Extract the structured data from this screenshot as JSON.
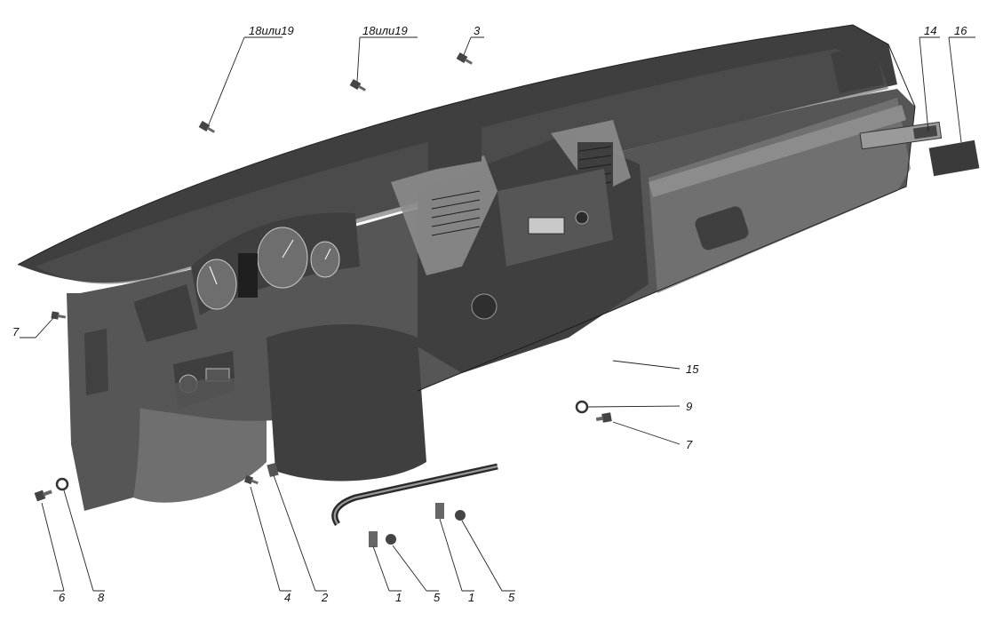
{
  "callouts": [
    {
      "id": "c18a",
      "label": "18или19"
    },
    {
      "id": "c18b",
      "label": "18или19"
    },
    {
      "id": "c3",
      "label": "3"
    },
    {
      "id": "c14",
      "label": "14"
    },
    {
      "id": "c16",
      "label": "16"
    },
    {
      "id": "c7a",
      "label": "7"
    },
    {
      "id": "c15",
      "label": "15"
    },
    {
      "id": "c9",
      "label": "9"
    },
    {
      "id": "c7b",
      "label": "7"
    },
    {
      "id": "c6",
      "label": "6"
    },
    {
      "id": "c8",
      "label": "8"
    },
    {
      "id": "c4",
      "label": "4"
    },
    {
      "id": "c2",
      "label": "2"
    },
    {
      "id": "c1a",
      "label": "1"
    },
    {
      "id": "c5a",
      "label": "5"
    },
    {
      "id": "c1b",
      "label": "1"
    },
    {
      "id": "c5b",
      "label": "5"
    }
  ],
  "colors": {
    "body": "#4a4a4a",
    "trim": "#8c8c8c",
    "line": "#1e1e1e",
    "background": "#ffffff"
  }
}
